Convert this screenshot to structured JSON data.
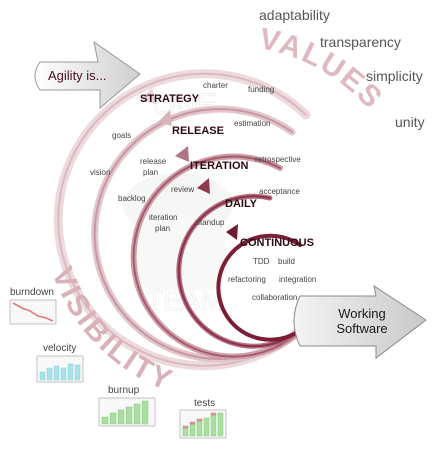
{
  "intro": "Agility is...",
  "values": {
    "heading": "VALUES",
    "items": [
      "adaptability",
      "transparency",
      "simplicity",
      "unity"
    ]
  },
  "visibility": {
    "heading": "VISIBILITY",
    "charts": [
      "burndown",
      "velocity",
      "burnup",
      "tests"
    ]
  },
  "watermark": [
    "ONE",
    "TEAM"
  ],
  "levels": {
    "strategy": "STRATEGY",
    "release": "RELEASE",
    "iteration": "ITERATION",
    "daily": "DAILY",
    "continuous": "CONTINUOUS"
  },
  "practices": {
    "charter": "charter",
    "funding": "funding",
    "goals": "goals",
    "estimation": "estimation",
    "vision": "vision",
    "release_plan": [
      "release",
      "plan"
    ],
    "retrospective": "retrospective",
    "backlog": "backlog",
    "review": "review",
    "acceptance": "acceptance",
    "iteration_plan": [
      "iteration",
      "plan"
    ],
    "standup": "standup",
    "tdd": "TDD",
    "build": "build",
    "refactoring": "refactoring",
    "integration": "integration",
    "collaboration": "collaboration"
  },
  "output": [
    "Working",
    "Software"
  ],
  "colors": {
    "ring_light": "#ead5d8",
    "ring_mid": "#b98592",
    "ring_dark": "#7a1f35",
    "values_text": "#dfb9bf",
    "visibility_text": "#d9b1b8",
    "bar_green": "#a9e0a0",
    "bar_cyan": "#a9e3ea"
  }
}
